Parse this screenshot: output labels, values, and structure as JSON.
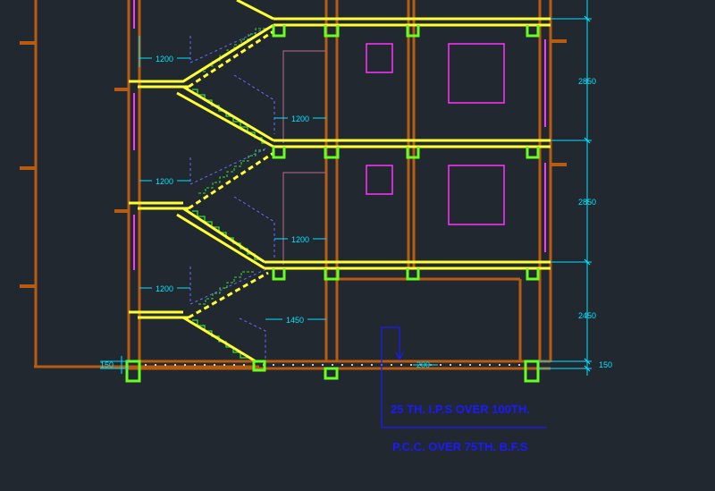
{
  "colors": {
    "background": "#212830",
    "wall": "#b85c12",
    "slab": "#ffff33",
    "footing": "#66ff22",
    "dimension": "#00e5ff",
    "hidden_line": "#6a6aff",
    "window": "#ff33ff",
    "door": "#a0607a",
    "note": "#1a1aff",
    "stair_green": "#33dd33"
  },
  "dimensions": {
    "landing_widths": [
      "1200",
      "1200",
      "1200"
    ],
    "flight_widths": [
      "1200",
      "1200",
      "1450"
    ],
    "floor_heights": [
      "2850",
      "2850",
      "2450"
    ],
    "plinth_left": "150",
    "plinth_right": "150",
    "footing_mid": "200"
  },
  "notes": {
    "line_1": "25 TH. I.P.S OVER 100TH.",
    "line_2": "P.C.C. OVER 75TH. B.F.S"
  }
}
